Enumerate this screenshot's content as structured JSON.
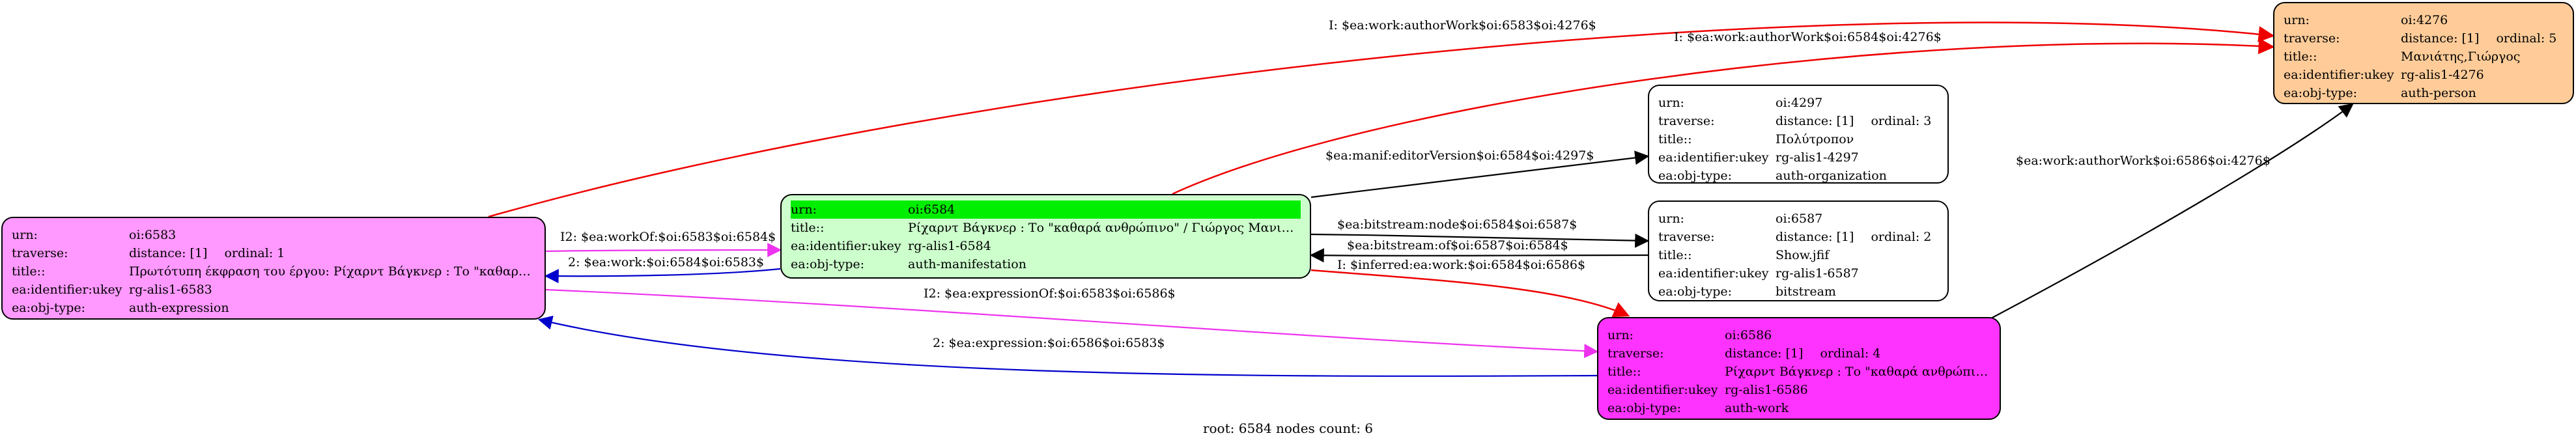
{
  "colors": {
    "n6583": "#ff99ff",
    "n6584": "#ccffcc",
    "n6584_highlight": "#00ee00",
    "n4276": "#ffcc99",
    "n4297": "#ffffff",
    "n6587": "#ffffff",
    "n6586": "#ff33ff",
    "edge_red": "#ee0000",
    "edge_blue": "#0000cc",
    "edge_magenta": "#ee33ee",
    "edge_black": "#000000"
  },
  "nodes": {
    "n6583": {
      "rows": [
        {
          "k": "urn:",
          "v": "oi:6583"
        },
        {
          "k": "traverse:",
          "v": "distance: [1]",
          "v2": "ordinal: 1"
        },
        {
          "k": "title::",
          "v": "Πρωτότυπη έκφραση του έργου: Ρίχαρντ Βάγκνερ : Το \"καθαρά ..."
        },
        {
          "k": "ea:identifier:ukey",
          "v": "rg-alis1-6583"
        },
        {
          "k": "ea:obj-type:",
          "v": "auth-expression"
        }
      ]
    },
    "n6584": {
      "rows": [
        {
          "k": "urn:",
          "v": "oi:6584"
        },
        {
          "k": "title::",
          "v": "Ρίχαρντ Βάγκνερ : Το \"καθαρά ανθρώπινο\" / Γιώργος Μανιάτης"
        },
        {
          "k": "ea:identifier:ukey",
          "v": "rg-alis1-6584"
        },
        {
          "k": "ea:obj-type:",
          "v": "auth-manifestation"
        }
      ]
    },
    "n4276": {
      "rows": [
        {
          "k": "urn:",
          "v": "oi:4276"
        },
        {
          "k": "traverse:",
          "v": "distance: [1]",
          "v2": "ordinal: 5"
        },
        {
          "k": "title::",
          "v": "Μανιάτης,Γιώργος"
        },
        {
          "k": "ea:identifier:ukey",
          "v": "rg-alis1-4276"
        },
        {
          "k": "ea:obj-type:",
          "v": "auth-person"
        }
      ]
    },
    "n4297": {
      "rows": [
        {
          "k": "urn:",
          "v": "oi:4297"
        },
        {
          "k": "traverse:",
          "v": "distance: [1]",
          "v2": "ordinal: 3"
        },
        {
          "k": "title::",
          "v": "Πολύτροπον"
        },
        {
          "k": "ea:identifier:ukey",
          "v": "rg-alis1-4297"
        },
        {
          "k": "ea:obj-type:",
          "v": "auth-organization"
        }
      ]
    },
    "n6587": {
      "rows": [
        {
          "k": "urn:",
          "v": "oi:6587"
        },
        {
          "k": "traverse:",
          "v": "distance: [1]",
          "v2": "ordinal: 2"
        },
        {
          "k": "title::",
          "v": "Show.jfif"
        },
        {
          "k": "ea:identifier:ukey",
          "v": "rg-alis1-6587"
        },
        {
          "k": "ea:obj-type:",
          "v": "bitstream"
        }
      ]
    },
    "n6586": {
      "rows": [
        {
          "k": "urn:",
          "v": "oi:6586"
        },
        {
          "k": "traverse:",
          "v": "distance: [1]",
          "v2": "ordinal: 4"
        },
        {
          "k": "title::",
          "v": "Ρίχαρντ Βάγκνερ : Το \"καθαρά ανθρώπινο\""
        },
        {
          "k": "ea:identifier:ukey",
          "v": "rg-alis1-6586"
        },
        {
          "k": "ea:obj-type:",
          "v": "auth-work"
        }
      ]
    }
  },
  "edge_labels": {
    "e_6583_4276": "I: $ea:work:authorWork$oi:6583$oi:4276$",
    "e_6584_4276": "I: $ea:work:authorWork$oi:6584$oi:4276$",
    "e_6586_4276": "$ea:work:authorWork$oi:6586$oi:4276$",
    "e_6584_4297": "$ea:manif:editorVersion$oi:6584$oi:4297$",
    "e_6584_6587": "$ea:bitstream:node$oi:6584$oi:6587$",
    "e_6587_6584": "$ea:bitstream:of$oi:6587$oi:6584$",
    "e_6584_6586": "I: $inferred:ea:work:$oi:6584$oi:6586$",
    "e_6583_6584": "I2: $ea:workOf:$oi:6583$oi:6584$",
    "e_6584_6583": "2: $ea:work:$oi:6584$oi:6583$",
    "e_6583_6586": "I2: $ea:expressionOf:$oi:6583$oi:6586$",
    "e_6586_6583": "2: $ea:expression:$oi:6586$oi:6583$"
  },
  "footer": "root: 6584 nodes count: 6"
}
